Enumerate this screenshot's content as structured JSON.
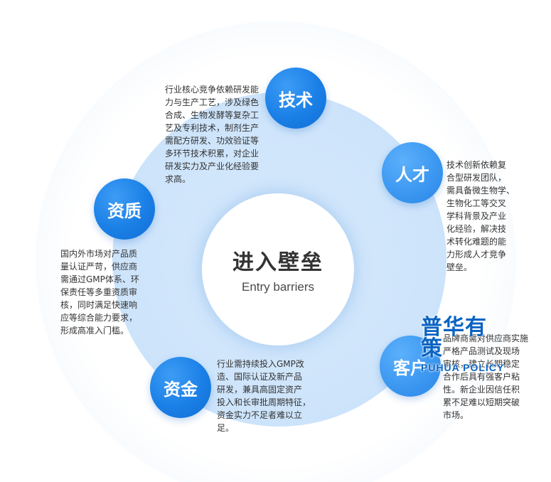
{
  "center": {
    "title": "进入壁垒",
    "subtitle": "Entry barriers"
  },
  "nodes": {
    "tech": {
      "label": "技术",
      "text": "行业核心竞争依赖研发能\n力与生产工艺，涉及绿色\n合成、生物发酵等复杂工\n艺及专利技术，制剂生产\n需配方研发、功效验证等\n多环节技术积累，对企业\n研发实力及产业化经验要\n求高。"
    },
    "talent": {
      "label": "人才",
      "text": "技术创新依赖复\n合型研发团队，\n需具备微生物学、\n生物化工等交叉\n学科背景及产业\n化经验，解决技\n术转化难题的能\n力形成人才竞争\n壁垒。"
    },
    "qual": {
      "label": "资质",
      "text": "国内外市场对产品质\n量认证严苛，供应商\n需通过GMP体系、环\n保责任等多重资质审\n核，同时满足快速响\n应等综合能力要求，\n形成高准入门槛。"
    },
    "capital": {
      "label": "资金",
      "text": "行业需持续投入GMP改\n造、国际认证及新产品\n研发，兼具高固定资产\n投入和长审批周期特征，\n资金实力不足者难以立\n足。"
    },
    "client": {
      "label": "客户",
      "text": "品牌商需对供应商实施\n严格产品测试及现场\n审核，建立长期稳定\n合作后具有强客户粘\n性。新企业因信任积\n累不足难以短期突破\n市场。"
    }
  },
  "watermark": {
    "cn": "普华有策",
    "en": "PUHUA POLICY"
  }
}
